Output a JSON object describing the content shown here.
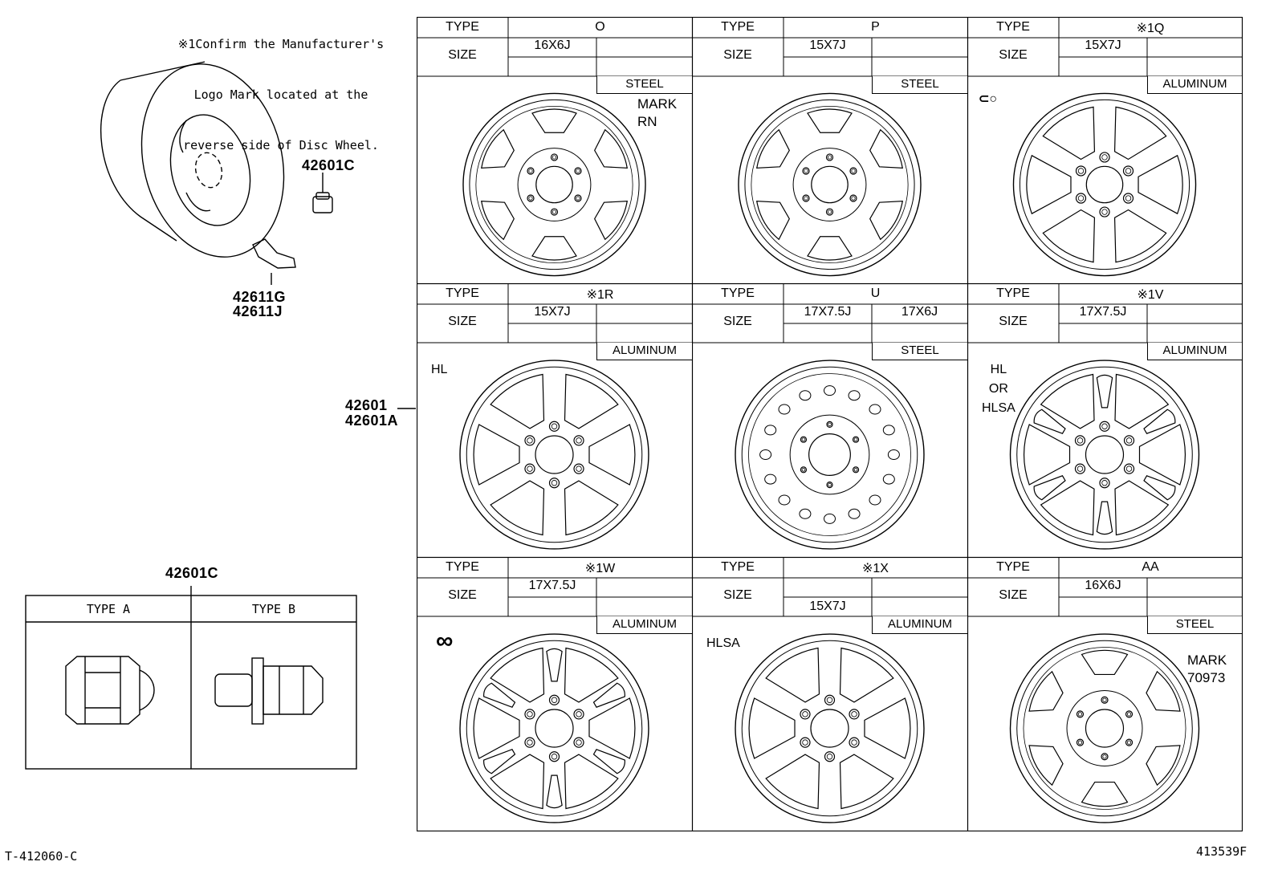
{
  "note": {
    "line1": "※1Confirm the Manufacturer's",
    "line2": "Logo Mark located at the",
    "line3": "reverse side of Disc Wheel."
  },
  "parts": {
    "cap_nut_top": "42601C",
    "valve_1": "42611G",
    "valve_2": "42611J",
    "wheel_1": "42601",
    "wheel_2": "42601A",
    "nut_box_title": "42601C"
  },
  "nut_types": {
    "a": "TYPE A",
    "b": "TYPE B"
  },
  "table_labels": {
    "type": "TYPE",
    "size": "SIZE"
  },
  "wheels": [
    {
      "type": "O",
      "size_left": "16X6J",
      "size_right": "",
      "size_row": 1,
      "material": "STEEL",
      "tag": "",
      "mark": "MARK\nRN",
      "style": "steel"
    },
    {
      "type": "P",
      "size_left": "15X7J",
      "size_right": "",
      "size_row": 1,
      "material": "STEEL",
      "tag": "",
      "mark": "",
      "style": "steel2"
    },
    {
      "type": "※1Q",
      "size_left": "15X7J",
      "size_right": "",
      "size_row": 1,
      "material": "ALUMINUM",
      "tag": "logo-q",
      "mark": "",
      "style": "alloy6"
    },
    {
      "type": "※1R",
      "size_left": "15X7J",
      "size_right": "",
      "size_row": 1,
      "material": "ALUMINUM",
      "tag": "HL",
      "mark": "",
      "style": "alloy6"
    },
    {
      "type": "U",
      "size_left": "17X7.5J",
      "size_right": "17X6J",
      "size_row": 1,
      "material": "STEEL",
      "tag": "",
      "mark": "",
      "style": "holes"
    },
    {
      "type": "※1V",
      "size_left": "17X7.5J",
      "size_right": "",
      "size_row": 1,
      "material": "ALUMINUM",
      "tag": "HL\nOR\nHLSA",
      "mark": "",
      "style": "alloy6b"
    },
    {
      "type": "※1W",
      "size_left": "17X7.5J",
      "size_right": "",
      "size_row": 1,
      "material": "ALUMINUM",
      "tag": "logo-w",
      "mark": "",
      "style": "alloy6b"
    },
    {
      "type": "※1X",
      "size_left": "15X7J",
      "size_right": "",
      "size_row": 2,
      "material": "ALUMINUM",
      "tag": "HLSA",
      "mark": "",
      "style": "alloy6"
    },
    {
      "type": "AA",
      "size_left": "16X6J",
      "size_right": "",
      "size_row": 1,
      "material": "STEEL",
      "tag": "",
      "mark": "MARK\n70973",
      "style": "steel"
    }
  ],
  "footer": {
    "left": "T-412060-C",
    "right": "413539F"
  }
}
